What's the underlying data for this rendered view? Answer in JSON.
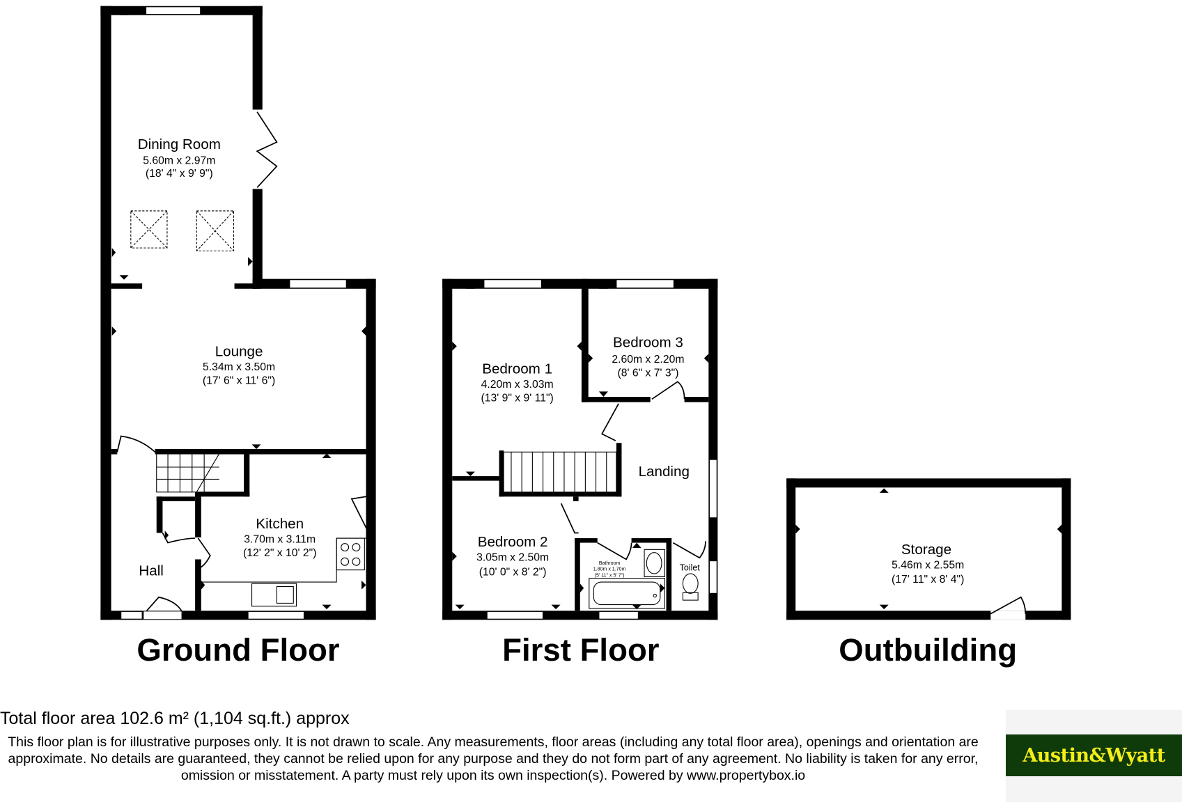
{
  "floors": {
    "ground": "Ground Floor",
    "first": "First Floor",
    "outbuilding": "Outbuilding"
  },
  "rooms": {
    "dining": {
      "name": "Dining Room",
      "metric": "5.60m x 2.97m",
      "imperial": "(18' 4\" x 9' 9\")"
    },
    "lounge": {
      "name": "Lounge",
      "metric": "5.34m x 3.50m",
      "imperial": "(17' 6\" x 11' 6\")"
    },
    "kitchen": {
      "name": "Kitchen",
      "metric": "3.70m x 3.11m",
      "imperial": "(12' 2\" x 10' 2\")"
    },
    "hall": {
      "name": "Hall"
    },
    "bedroom1": {
      "name": "Bedroom 1",
      "metric": "4.20m x 3.03m",
      "imperial": "(13' 9\" x 9' 11\")"
    },
    "bedroom2": {
      "name": "Bedroom 2",
      "metric": "3.05m x 2.50m",
      "imperial": "(10' 0\" x 8' 2\")"
    },
    "bedroom3": {
      "name": "Bedroom 3",
      "metric": "2.60m x 2.20m",
      "imperial": "(8' 6\" x 7' 3\")"
    },
    "landing": {
      "name": "Landing"
    },
    "bathroom": {
      "name": "Bathroom",
      "metric": "1.80m x 1.70m",
      "imperial": "(5' 11\" x 5' 7\")"
    },
    "toilet": {
      "name": "Toilet"
    },
    "storage": {
      "name": "Storage",
      "metric": "5.46m x 2.55m",
      "imperial": "(17' 11\" x 8' 4\")"
    }
  },
  "footer": {
    "total": "Total floor area 102.6 m² (1,104 sq.ft.) approx",
    "disclaimer": "This floor plan is for illustrative purposes only. It is not drawn to scale. Any measurements, floor areas (including any total floor area), openings and orientation are approximate. No details are guaranteed, they cannot be relied upon for any purpose and they do not form part of any agreement. No liability is taken for any error, omission or misstatement. A party must rely upon its own inspection(s). Powered by www.propertybox.io"
  },
  "logo": {
    "text": "Austin&Wyatt",
    "background": "#0f3a0a",
    "color": "#f3ee1a"
  }
}
